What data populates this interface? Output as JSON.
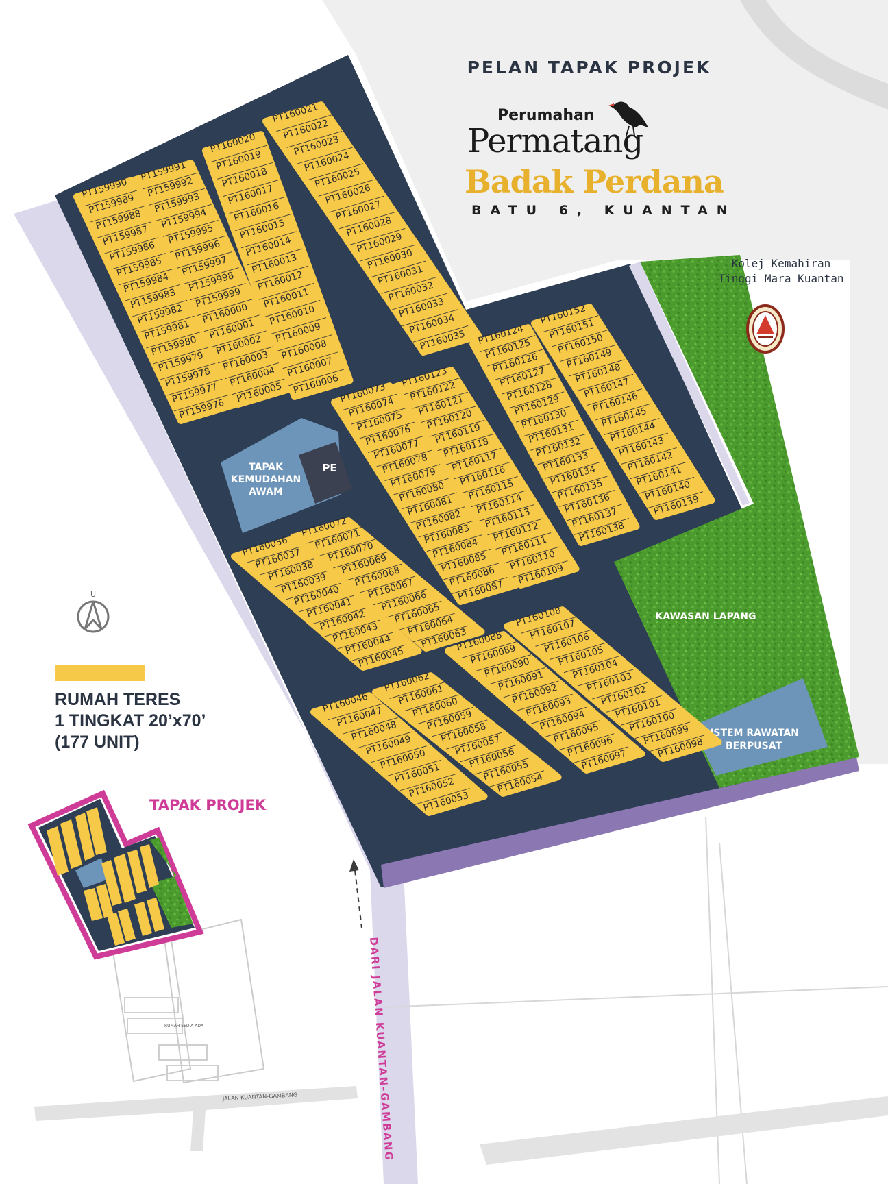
{
  "header": {
    "title": "PELAN TAPAK PROJEK"
  },
  "brand": {
    "small": "Perumahan",
    "line1": "Permatang",
    "line2": "Badak Perdana",
    "location": "BATU 6, KUANTAN"
  },
  "landmarks": {
    "college_line1": "Kolej Kemahiran",
    "college_line2": "Tinggi Mara Kuantan",
    "public_facility": [
      "TAPAK",
      "KEMUDAHAN",
      "AWAM"
    ],
    "substation": "PE",
    "open_space": "KAWASAN LAPANG",
    "sewage": [
      "SISTEM RAWATAN",
      "BERPUSAT"
    ],
    "access_road": "DARI JALAN KUANTAN-GAMBANG"
  },
  "compass": {
    "label": "U",
    "icon": "north-arrow-icon"
  },
  "legend": {
    "line1": "RUMAH TERES",
    "line2": "1 TINGKAT 20’x70’",
    "line3": "(177 UNIT)",
    "swatch_color": "#f7c948"
  },
  "inset": {
    "label": "TAPAK PROJEK",
    "road_label": "JALAN KUANTAN-GAMBANG",
    "note": "RUMAH SEDIA ADA"
  },
  "colors": {
    "site": "#2e3e55",
    "lot": "#f7c948",
    "facility": "#6d95b9",
    "grass": "#4c9b2e",
    "road": "#dcd8ec",
    "boundary": "#8b77b2",
    "inset_boundary": "#cf3c97"
  },
  "lots": {
    "b1": [
      "PT159990",
      "PT159989",
      "PT159988",
      "PT159987",
      "PT159986",
      "PT159985",
      "PT159984",
      "PT159983",
      "PT159982",
      "PT159981",
      "PT159980",
      "PT159979",
      "PT159978",
      "PT159977",
      "PT159976"
    ],
    "b2": [
      "PT159991",
      "PT159992",
      "PT159993",
      "PT159994",
      "PT159995",
      "PT159996",
      "PT159997",
      "PT159998",
      "PT159999",
      "PT160000",
      "PT160001",
      "PT160002",
      "PT160003",
      "PT160004",
      "PT160005"
    ],
    "b3": [
      "PT160020",
      "PT160019",
      "PT160018",
      "PT160017",
      "PT160016",
      "PT160015",
      "PT160014",
      "PT160013",
      "PT160012",
      "PT160011",
      "PT160010",
      "PT160009",
      "PT160008",
      "PT160007",
      "PT160006"
    ],
    "b4": [
      "PT160021",
      "PT160022",
      "PT160023",
      "PT160024",
      "PT160025",
      "PT160026",
      "PT160027",
      "PT160028",
      "PT160029",
      "PT160030",
      "PT160031",
      "PT160032",
      "PT160033",
      "PT160034",
      "PT160035"
    ],
    "b5": [
      "PT160073",
      "PT160074",
      "PT160075",
      "PT160076",
      "PT160077",
      "PT160078",
      "PT160079",
      "PT160080",
      "PT160081",
      "PT160082",
      "PT160083",
      "PT160084",
      "PT160085",
      "PT160086",
      "PT160087"
    ],
    "b6": [
      "PT160123",
      "PT160122",
      "PT160121",
      "PT160120",
      "PT160119",
      "PT160118",
      "PT160117",
      "PT160116",
      "PT160115",
      "PT160114",
      "PT160113",
      "PT160112",
      "PT160111",
      "PT160110",
      "PT160109"
    ],
    "b7": [
      "PT160124",
      "PT160125",
      "PT160126",
      "PT160127",
      "PT160128",
      "PT160129",
      "PT160130",
      "PT160131",
      "PT160132",
      "PT160133",
      "PT160134",
      "PT160135",
      "PT160136",
      "PT160137",
      "PT160138"
    ],
    "b8": [
      "PT160152",
      "PT160151",
      "PT160150",
      "PT160149",
      "PT160148",
      "PT160147",
      "PT160146",
      "PT160145",
      "PT160144",
      "PT160143",
      "PT160142",
      "PT160141",
      "PT160140",
      "PT160139"
    ],
    "b9": [
      "PT160036",
      "PT160037",
      "PT160038",
      "PT160039",
      "PT160040",
      "PT160041",
      "PT160042",
      "PT160043",
      "PT160044",
      "PT160045"
    ],
    "b10": [
      "PT160072",
      "PT160071",
      "PT160070",
      "PT160069",
      "PT160068",
      "PT160067",
      "PT160066",
      "PT160065",
      "PT160064",
      "PT160063"
    ],
    "b11": [
      "PT160046",
      "PT160047",
      "PT160048",
      "PT160049",
      "PT160050",
      "PT160051",
      "PT160052",
      "PT160053"
    ],
    "b12": [
      "PT160062",
      "PT160061",
      "PT160060",
      "PT160059",
      "PT160058",
      "PT160057",
      "PT160056",
      "PT160055",
      "PT160054"
    ],
    "b13": [
      "PT160088",
      "PT160089",
      "PT160090",
      "PT160091",
      "PT160092",
      "PT160093",
      "PT160094",
      "PT160095",
      "PT160096",
      "PT160097"
    ],
    "b14": [
      "PT160108",
      "PT160107",
      "PT160106",
      "PT160105",
      "PT160104",
      "PT160103",
      "PT160102",
      "PT160101",
      "PT160100",
      "PT160099",
      "PT160098"
    ]
  }
}
